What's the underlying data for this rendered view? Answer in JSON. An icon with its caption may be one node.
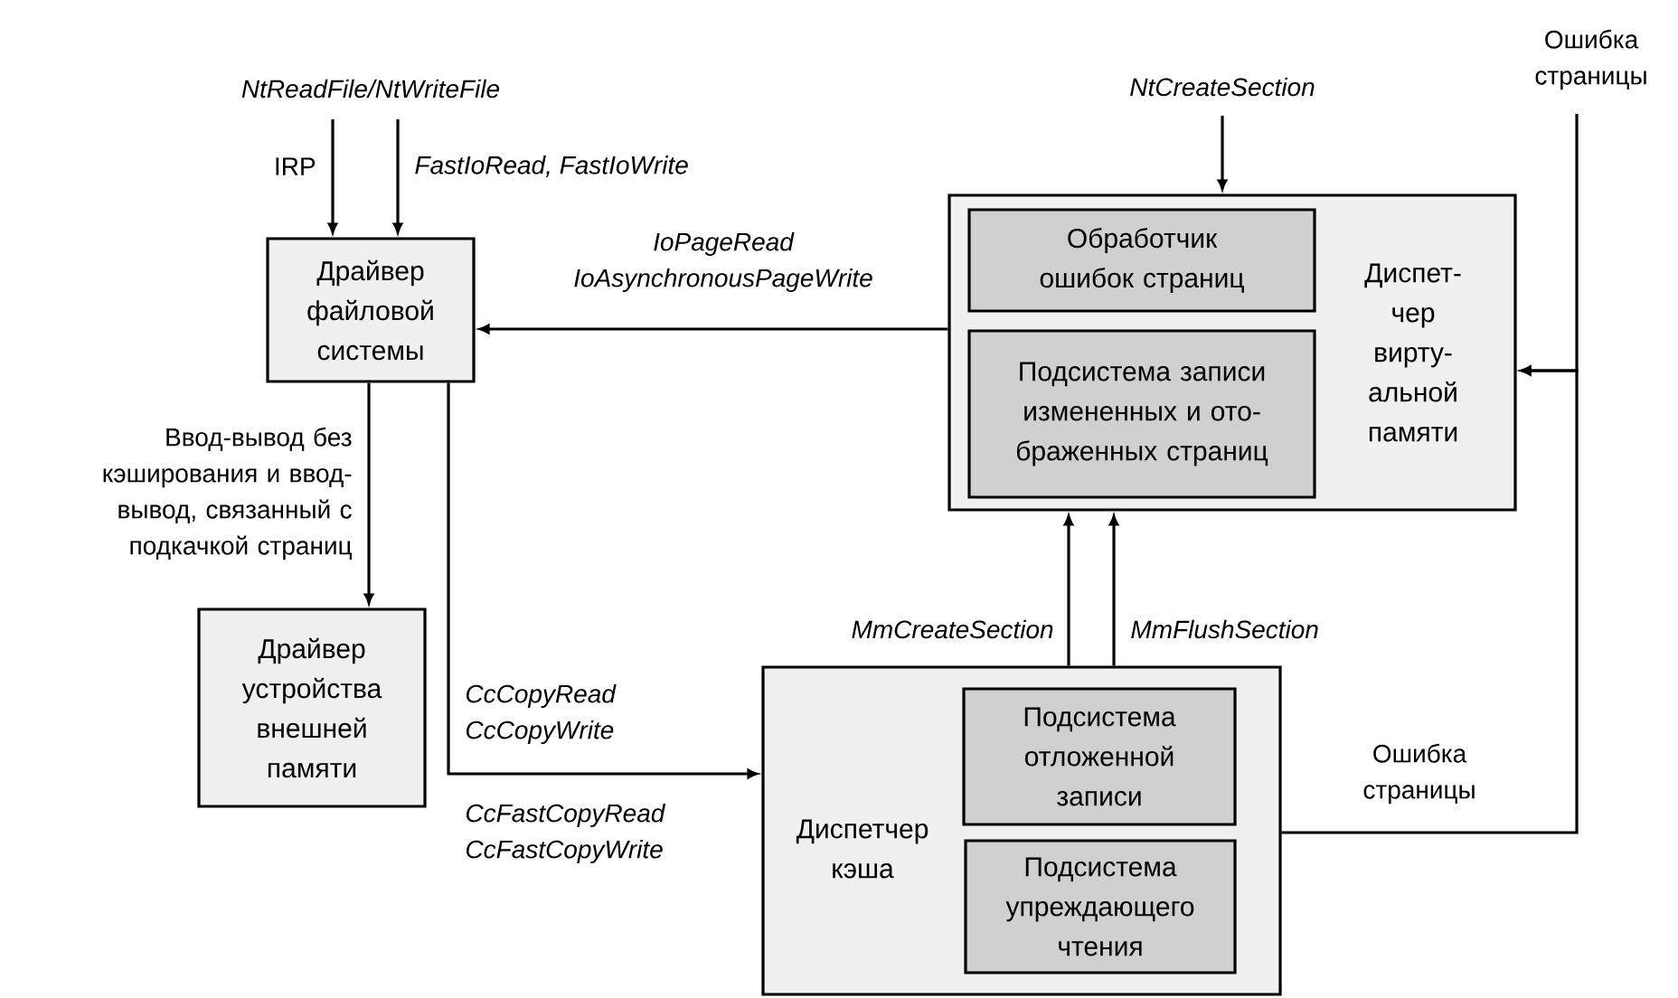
{
  "diagram": {
    "nodes": [
      {
        "text": [
          "Драйвер файловой системы"
        ]
      },
      {
        "text": [
          "Драйвер устройства внешней памяти"
        ]
      },
      {
        "text": [
          "Диспет-чер вирту-альной памяти"
        ]
      },
      {
        "text": [
          "Обработчик ошибок страниц"
        ],
        "in": 2
      },
      {
        "text": [
          "Подсистема записи измененных и ото-браженных страниц"
        ],
        "in": 2
      },
      {
        "text": [
          "Диспетчер кэша"
        ]
      },
      {
        "text": [
          "Подсистема отложенной записи"
        ],
        "in": 5
      },
      {
        "text": [
          "Подсистема упреждающего чтения"
        ],
        "in": 5
      }
    ],
    "edges": [
      {
        "from": null,
        "to": 0,
        "arrow": "to",
        "label": "IRP"
      },
      {
        "from": null,
        "to": 0,
        "arrow": "to",
        "label": "FastIoRead, FastIoWrite"
      },
      {
        "from": 2,
        "to": 0,
        "arrow": "to",
        "label": "IoPageRead IoAsynchronousPageWrite"
      },
      {
        "from": 0,
        "to": 1,
        "arrow": "to",
        "label": "Ввод-вывод без кэширования и ввод-вывод, связанный с подкачкой страниц"
      },
      {
        "from": 0,
        "to": 5,
        "arrow": "to",
        "label": "CcCopyRead CcCopyWrite"
      },
      {
        "from": null,
        "to": 2,
        "arrow": "to",
        "label": "NtCreateSection"
      },
      {
        "from": 5,
        "to": 2,
        "arrow": "to",
        "label": "MmCreateSection"
      },
      {
        "from": 5,
        "to": 2,
        "arrow": "to",
        "label": "MmFlushSection"
      },
      {
        "from": null,
        "to": 2,
        "arrow": "to",
        "label": "Ошибка страницы"
      },
      {
        "from": 5,
        "to": 2,
        "arrow": "to",
        "label": "Ошибка страницы"
      }
    ],
    "labels": [
      "NtReadFile/NtWriteFile",
      "CcFastCopyRead CcFastCopyWrite"
    ]
  }
}
